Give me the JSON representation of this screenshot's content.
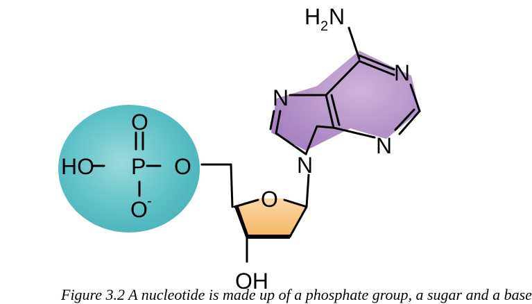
{
  "molecule": {
    "phosphate": {
      "O_top": "O",
      "HO": "HO",
      "P": "P",
      "O_bridge": "O",
      "O_minus": "O",
      "charge": "-"
    },
    "sugar": {
      "ring_O": "O",
      "OH": "OH"
    },
    "base": {
      "amine_H": "H",
      "amine_sub": "2",
      "amine_N": "N",
      "N1": "N",
      "N3": "N",
      "N7": "N",
      "N9": "N"
    }
  },
  "caption": "Figure 3.2 A nucleotide is made up of a phosphate group, a sugar and a base",
  "colors": {
    "phosphate": "#5fc3c9",
    "sugar": "#f7c27e",
    "base": "#b58fcb",
    "bond": "#000000",
    "background": "#ffffff"
  }
}
